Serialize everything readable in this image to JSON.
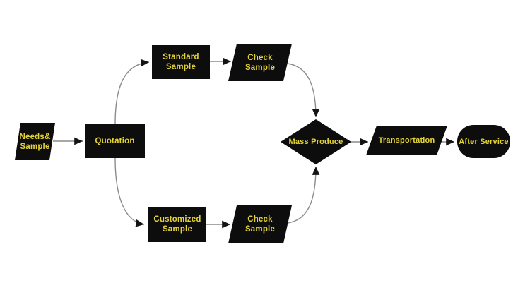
{
  "colors": {
    "background": "#ffffff",
    "node_fill": "#0d0d0d",
    "label": "#e5d435",
    "connector": "#8c8c8c",
    "arrowhead": "#141414"
  },
  "nodes": {
    "needs_sample": {
      "shape": "parallelogram",
      "line1": "Needs&",
      "line2": "Sample"
    },
    "quotation": {
      "shape": "rectangle",
      "label": "Quotation"
    },
    "standard_sample": {
      "shape": "rectangle",
      "line1": "Standard",
      "line2": "Sample"
    },
    "check_sample_top": {
      "shape": "parallelogram",
      "line1": "Check",
      "line2": "Sample"
    },
    "customized_sample": {
      "shape": "rectangle",
      "line1": "Customized",
      "line2": "Sample"
    },
    "check_sample_bottom": {
      "shape": "parallelogram",
      "line1": "Check",
      "line2": "Sample"
    },
    "mass_produce": {
      "shape": "diamond",
      "label": "Mass Produce"
    },
    "transportation": {
      "shape": "parallelogram",
      "label": "Transportation"
    },
    "after_service": {
      "shape": "stadium",
      "label": "After Service"
    }
  },
  "edges": [
    {
      "from": "needs_sample",
      "to": "quotation"
    },
    {
      "from": "quotation",
      "to": "standard_sample"
    },
    {
      "from": "standard_sample",
      "to": "check_sample_top"
    },
    {
      "from": "check_sample_top",
      "to": "mass_produce"
    },
    {
      "from": "quotation",
      "to": "customized_sample"
    },
    {
      "from": "customized_sample",
      "to": "check_sample_bottom"
    },
    {
      "from": "check_sample_bottom",
      "to": "mass_produce"
    },
    {
      "from": "mass_produce",
      "to": "transportation"
    },
    {
      "from": "transportation",
      "to": "after_service"
    }
  ]
}
